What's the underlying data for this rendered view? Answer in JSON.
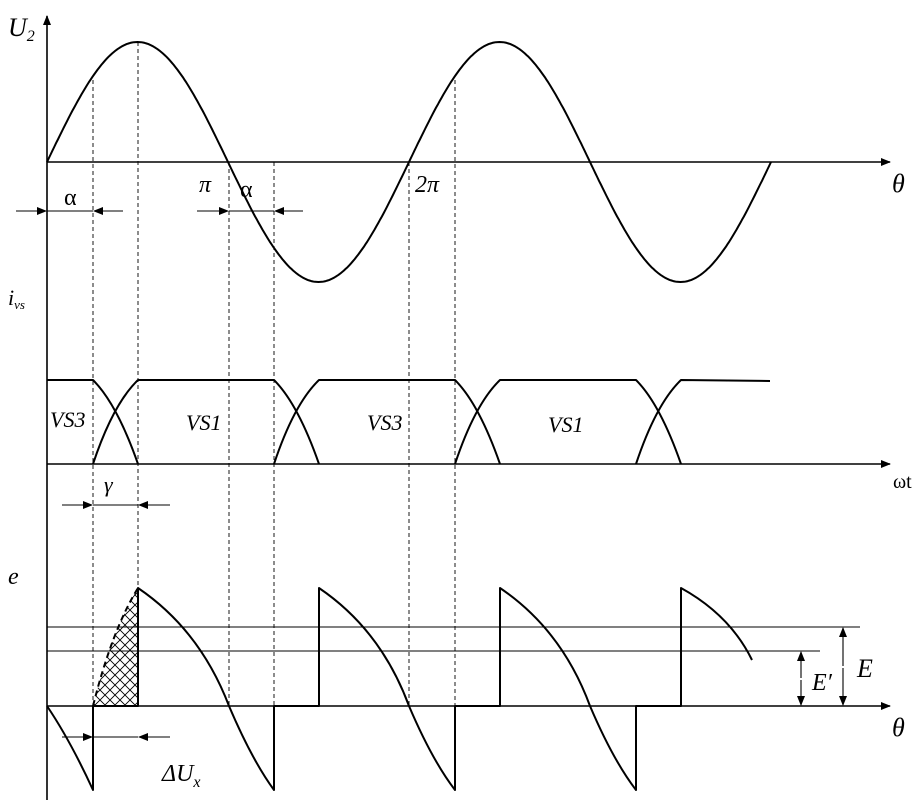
{
  "labels": {
    "u2": "U",
    "u2_sub": "2",
    "theta_top": "θ",
    "alpha_1": "α",
    "pi": "π",
    "alpha_2": "α",
    "two_pi": "2π",
    "ivs": "i",
    "ivs_sub": "vs",
    "vs3_a": "VS3",
    "vs1_a": "VS1",
    "vs3_b": "VS3",
    "vs1_b": "VS1",
    "omega_t": "ωt",
    "gamma": "γ",
    "e": "e",
    "E": "E",
    "E_prime": "E′",
    "theta_bottom": "θ",
    "delta_ux": "ΔU",
    "delta_ux_sub": "x"
  }
}
